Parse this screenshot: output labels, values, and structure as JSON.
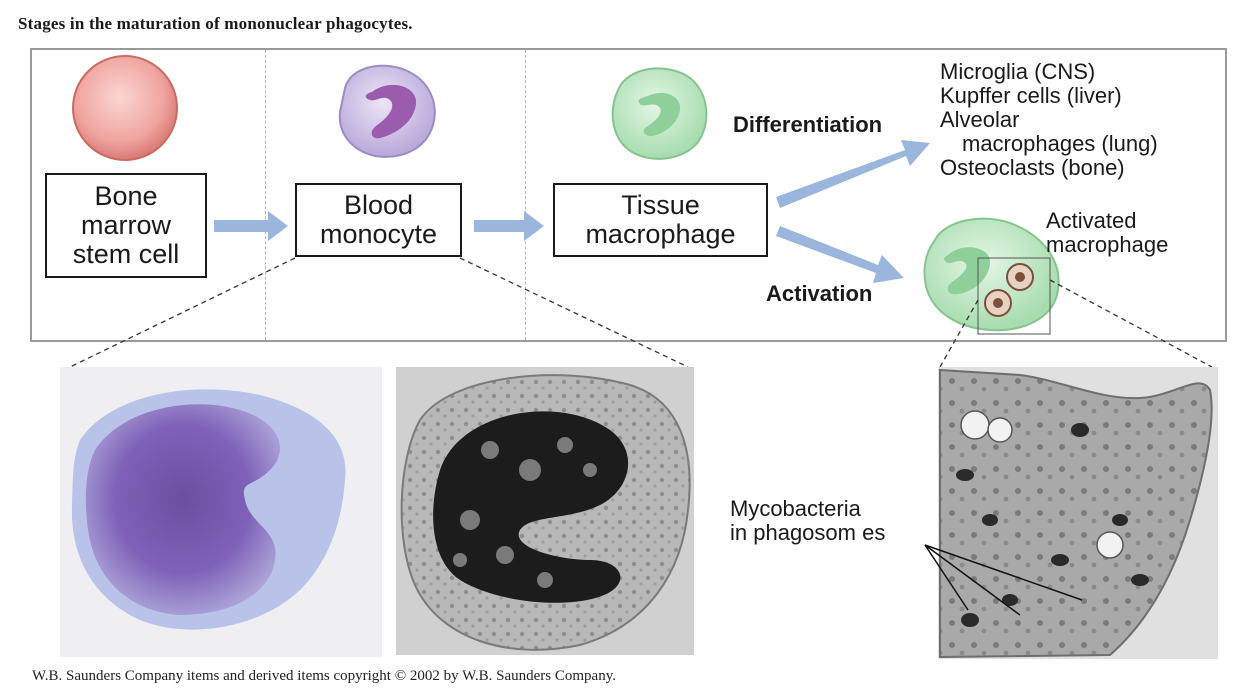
{
  "title": "Stages in the maturation of mononuclear phagocytes.",
  "stages": [
    {
      "label": "Bone marrow stem cell"
    },
    {
      "label": "Blood monocyte"
    },
    {
      "label": "Tissue macrophage"
    }
  ],
  "pathways": {
    "differentiation_label": "Differentiation",
    "activation_label": "Activation"
  },
  "differentiated_cells": [
    "Microglia (CNS)",
    "Kupffer cells (liver)",
    "Alveolar",
    "macrophages (lung)",
    "Osteoclasts (bone)"
  ],
  "activated_label_line1": "Activated",
  "activated_label_line2": "macrophage",
  "micrograph_label_line1": "Mycobacteria",
  "micrograph_label_line2": "in phagosom es",
  "credit": "W.B. Saunders Company items and derived items copyright © 2002 by W.B. Saunders Company.",
  "colors": {
    "stem_cell": "#f2a4a0",
    "monocyte": "#cdbde6",
    "macrophage": "#bfe6c4",
    "arrow": "#9ab6dc",
    "frame": "#9a9a9a"
  }
}
